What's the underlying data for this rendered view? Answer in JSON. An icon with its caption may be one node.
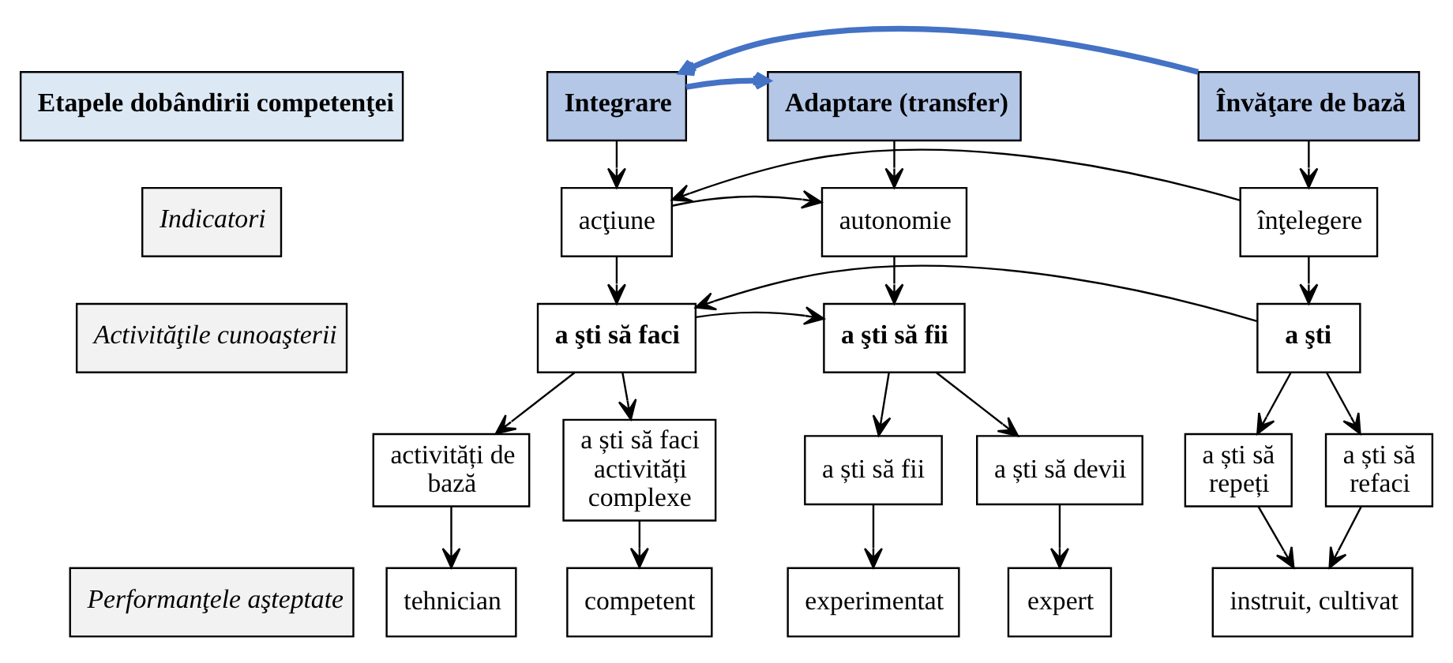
{
  "diagram": {
    "nodes": [
      {
        "text": [
          "Etapele dobândirii competenţei"
        ]
      },
      {
        "text": [
          "Învăţare de bază"
        ]
      },
      {
        "text": [
          "Integrare"
        ]
      },
      {
        "text": [
          "Adaptare (transfer)"
        ]
      },
      {
        "text": [
          "Indicatori"
        ]
      },
      {
        "text": [
          "înţelegere"
        ]
      },
      {
        "text": [
          "acţiune"
        ]
      },
      {
        "text": [
          "autonomie"
        ]
      },
      {
        "text": [
          "Activităţile cunoaşterii"
        ]
      },
      {
        "text": [
          "a şti"
        ]
      },
      {
        "text": [
          "a şti să faci"
        ]
      },
      {
        "text": [
          "a şti să fii"
        ]
      },
      {
        "text": [
          "a ști să repeți"
        ]
      },
      {
        "text": [
          "a ști să refaci"
        ]
      },
      {
        "text": [
          "activități de bază"
        ]
      },
      {
        "text": [
          "a ști să faci activități complexe"
        ]
      },
      {
        "text": [
          "a ști să fii"
        ]
      },
      {
        "text": [
          "a ști să devii"
        ]
      },
      {
        "text": [
          "Performanţele aşteptate"
        ]
      },
      {
        "text": [
          "instruit, cultivat"
        ]
      },
      {
        "text": [
          "tehnician"
        ]
      },
      {
        "text": [
          "competent"
        ]
      },
      {
        "text": [
          "experimentat"
        ]
      },
      {
        "text": [
          "expert"
        ]
      }
    ],
    "edges": [
      {
        "from": 1,
        "to": 2,
        "arrow": "to",
        "style": "thick",
        "color": "#4472c4"
      },
      {
        "from": 2,
        "to": 3,
        "arrow": "to",
        "style": "thick",
        "color": "#4472c4"
      },
      {
        "from": 1,
        "to": 5,
        "arrow": "to"
      },
      {
        "from": 2,
        "to": 6,
        "arrow": "to"
      },
      {
        "from": 3,
        "to": 7,
        "arrow": "to"
      },
      {
        "from": 5,
        "to": 6,
        "arrow": "to"
      },
      {
        "from": 6,
        "to": 7,
        "arrow": "to"
      },
      {
        "from": 5,
        "to": 9,
        "arrow": "to"
      },
      {
        "from": 6,
        "to": 10,
        "arrow": "to"
      },
      {
        "from": 7,
        "to": 11,
        "arrow": "to"
      },
      {
        "from": 9,
        "to": 10,
        "arrow": "to"
      },
      {
        "from": 10,
        "to": 11,
        "arrow": "to"
      },
      {
        "from": 9,
        "to": 12,
        "arrow": "to"
      },
      {
        "from": 9,
        "to": 13,
        "arrow": "to"
      },
      {
        "from": 10,
        "to": 14,
        "arrow": "to"
      },
      {
        "from": 10,
        "to": 15,
        "arrow": "to"
      },
      {
        "from": 11,
        "to": 16,
        "arrow": "to"
      },
      {
        "from": 11,
        "to": 17,
        "arrow": "to"
      },
      {
        "from": 12,
        "to": 19,
        "arrow": "to"
      },
      {
        "from": 13,
        "to": 19,
        "arrow": "to"
      },
      {
        "from": 14,
        "to": 20,
        "arrow": "to"
      },
      {
        "from": 15,
        "to": 21,
        "arrow": "to"
      },
      {
        "from": 16,
        "to": 22,
        "arrow": "to"
      },
      {
        "from": 17,
        "to": 23,
        "arrow": "to"
      }
    ]
  }
}
